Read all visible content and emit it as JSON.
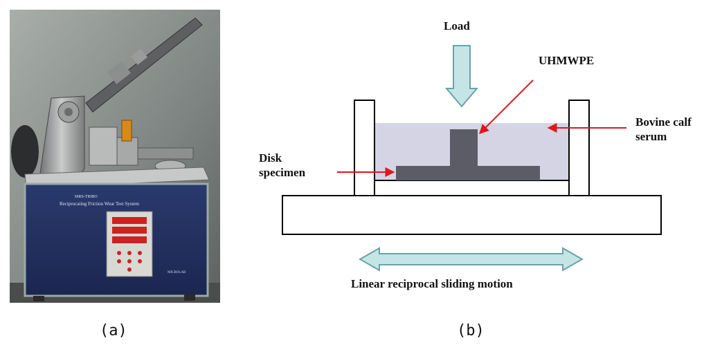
{
  "panel_a": {
    "caption": "(a)",
    "machine": {
      "model_text": "MRS-TRIBO",
      "name_text": "Reciprocating Friction Wear Test System",
      "brand_text": "MICROLAB"
    }
  },
  "panel_b": {
    "caption": "(b)",
    "labels": {
      "load": "Load",
      "uhmwpe": "UHMWPE",
      "bovine_line1": "Bovine calf",
      "bovine_line2": "serum",
      "disk_line1": "Disk",
      "disk_line2": "specimen",
      "motion": "Linear reciprocal sliding motion"
    },
    "colors": {
      "serum_fill": "#d5d4e4",
      "specimen_fill": "#5c5c66",
      "arrow_fill": "#c4e4e6",
      "arrow_stroke": "#6aa2a8",
      "pointer": "#e0161c"
    }
  }
}
